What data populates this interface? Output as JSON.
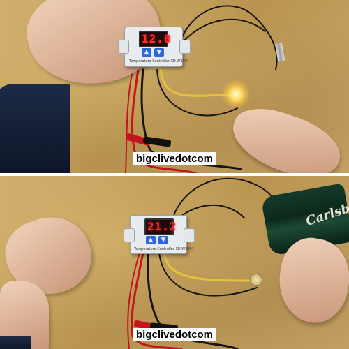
{
  "panels": [
    {
      "id": "top",
      "display_value": "12.8",
      "controller_label": "Temperature Controller   XH-W3001",
      "watermark": "bigclivedotcom",
      "heater_state": "on"
    },
    {
      "id": "bottom",
      "display_value": "21.2",
      "controller_label": "Temperature Controller   XH-W3001",
      "watermark": "bigclivedotcom",
      "heater_state": "off",
      "can_label": "Carlsbe"
    }
  ],
  "colors": {
    "display_digits": "#ff2a2a",
    "buttons": "#2d66d8",
    "controller_body": "#e9ecef",
    "board": "#c8a868",
    "wire_red": "#c4141c",
    "wire_black": "#151515",
    "wire_yellow": "#e2c33a",
    "can_green": "#163a2a"
  },
  "icons": {
    "button_up": "chevron-up-icon",
    "button_down": "chevron-down-icon"
  }
}
